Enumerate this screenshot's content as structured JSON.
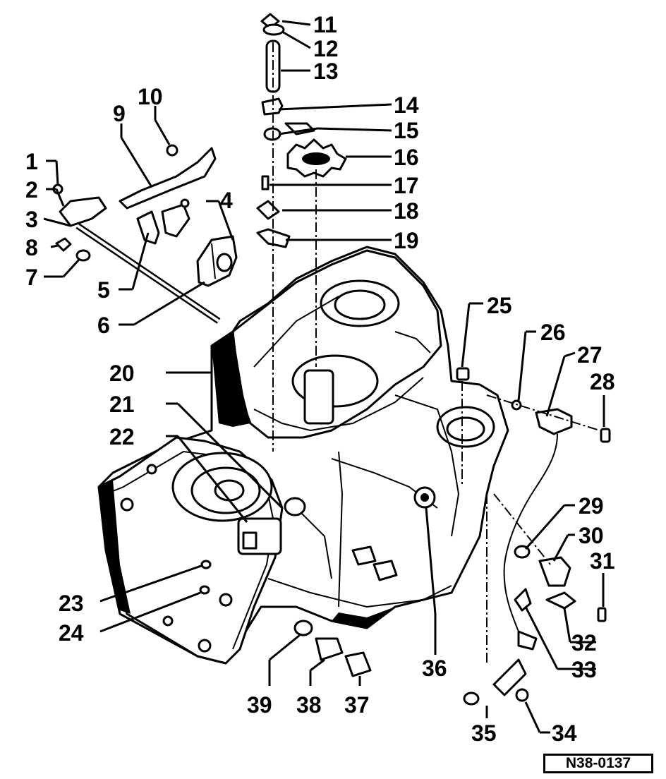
{
  "figure": {
    "reference_code": "N38-0137",
    "callouts": [
      "1",
      "2",
      "3",
      "4",
      "5",
      "6",
      "7",
      "8",
      "9",
      "10",
      "11",
      "12",
      "13",
      "14",
      "15",
      "16",
      "17",
      "18",
      "19",
      "20",
      "21",
      "22",
      "23",
      "24",
      "25",
      "26",
      "27",
      "28",
      "29",
      "30",
      "31",
      "32",
      "33",
      "34",
      "35",
      "36",
      "37",
      "38",
      "39"
    ]
  }
}
